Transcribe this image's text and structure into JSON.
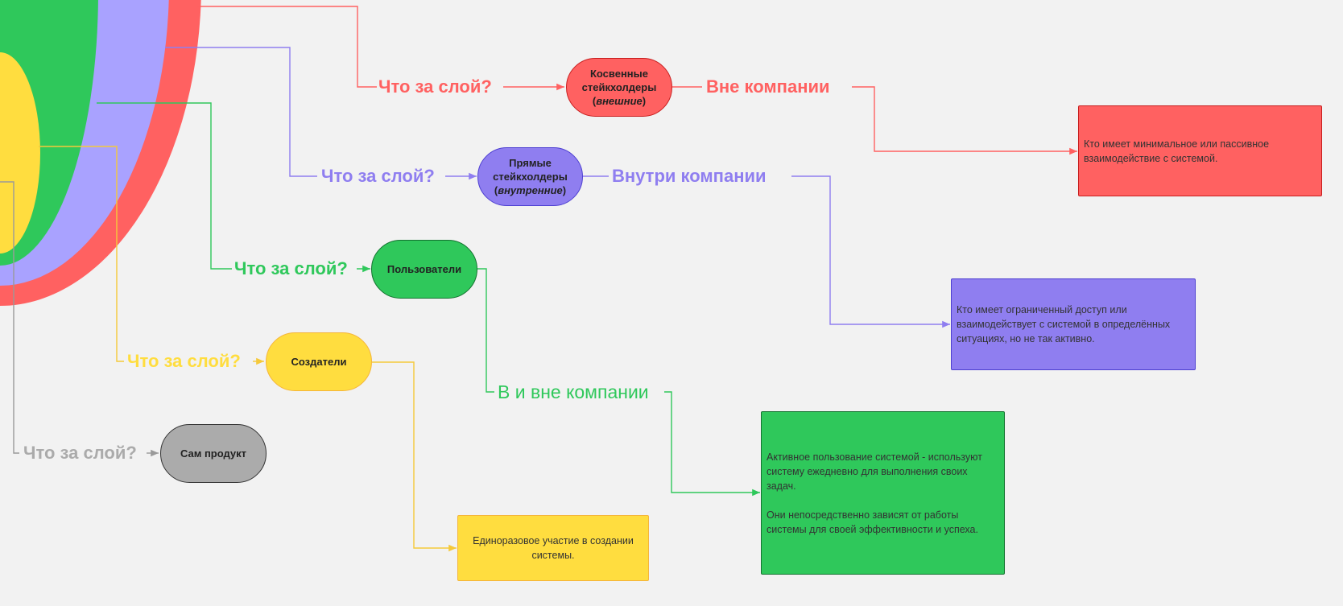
{
  "colors": {
    "red": "#ff6161",
    "purple": "#8f7ef0",
    "lavender": "#a9a2ff",
    "green": "#2fc85b",
    "yellow": "#ffdd3f",
    "gray": "#ababab"
  },
  "layers": [
    {
      "id": "external",
      "color": "#ff6161",
      "question": "Что за слой?",
      "node_line1": "Косвенные",
      "node_line2": "стейкхолдеры",
      "node_line3_pre": "(",
      "node_line3_em": "внешние",
      "node_line3_post": ")",
      "category": "Вне компании",
      "description": "Кто имеет минимальное или пассивное взаимодействие с системой."
    },
    {
      "id": "internal",
      "color": "#8f7ef0",
      "question": "Что за слой?",
      "node_line1": "Прямые",
      "node_line2": "стейкхолдеры",
      "node_line3_pre": "(",
      "node_line3_em": "внутренние",
      "node_line3_post": ")",
      "category": "Внутри компании",
      "description": "Кто имеет ограниченный доступ или взаимодействует с системой в определённых ситуациях, но не так активно."
    },
    {
      "id": "users",
      "color": "#2fc85b",
      "question": "Что за слой?",
      "node": "Пользователи",
      "category": "В и вне компании",
      "description_p1": "Активное пользование системой - используют систему ежедневно для выполнения своих задач.",
      "description_p2": "Они непосредственно зависят от работы системы для своей эффективности и успеха."
    },
    {
      "id": "creators",
      "color": "#ffdd3f",
      "question": "Что за слой?",
      "node": "Создатели",
      "description": "Единоразовое участие в  создании системы."
    },
    {
      "id": "product",
      "color": "#ababab",
      "question": "Что за слой?",
      "node": "Сам продукт"
    }
  ]
}
